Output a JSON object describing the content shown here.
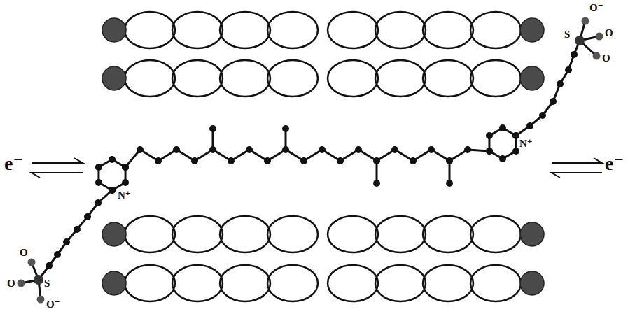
{
  "diagram": {
    "labels": [
      "e⁻",
      "e⁻",
      "N⁺",
      "N⁺",
      "S",
      "S",
      "O⁻",
      "O",
      "O",
      "O",
      "O",
      "O⁻"
    ]
  }
}
